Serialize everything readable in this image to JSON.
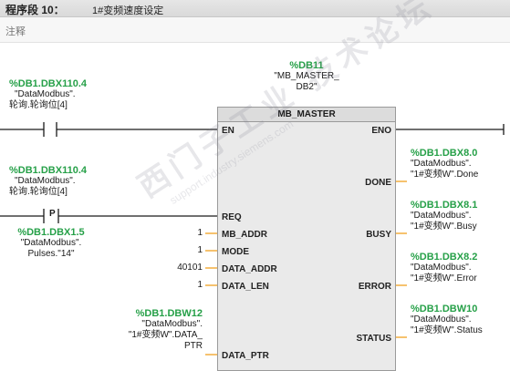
{
  "segment": {
    "label": "程序段 10：",
    "title": "1#变频速度设定"
  },
  "comment": {
    "text": "注释"
  },
  "block": {
    "instance_addr": "%DB11",
    "instance_name": [
      "\"MB_MASTER_",
      "DB2\""
    ],
    "name": "MB_MASTER"
  },
  "pins_in": {
    "en": "EN",
    "req": "REQ",
    "mb_addr": "MB_ADDR",
    "mode": "MODE",
    "data_addr": "DATA_ADDR",
    "data_len": "DATA_LEN",
    "data_ptr": "DATA_PTR"
  },
  "pins_out": {
    "eno": "ENO",
    "done": "DONE",
    "busy": "BUSY",
    "error": "ERROR",
    "status": "STATUS"
  },
  "contacts": {
    "c1": {
      "addr": "%DB1.DBX110.4",
      "line1": "\"DataModbus\".",
      "line2": "轮询.轮询位[4]"
    },
    "c2": {
      "addr": "%DB1.DBX110.4",
      "line1": "\"DataModbus\".",
      "line2": "轮询.轮询位[4]",
      "type_glyph": "P"
    },
    "c2_edge": {
      "addr": "%DB1.DBX1.5",
      "line1": "\"DataModbus\".",
      "line2": "Pulses.\"14\""
    }
  },
  "inputs": {
    "mb_addr_val": "1",
    "mode_val": "1",
    "data_addr_val": "40101",
    "data_len_val": "1",
    "data_ptr": {
      "addr": "%DB1.DBW12",
      "line1": "\"DataModbus\".",
      "line2": "\"1#变频W\".DATA_",
      "line3": "PTR"
    }
  },
  "outputs": {
    "done": {
      "addr": "%DB1.DBX8.0",
      "line1": "\"DataModbus\".",
      "line2": "\"1#变频W\".Done"
    },
    "busy": {
      "addr": "%DB1.DBX8.1",
      "line1": "\"DataModbus\".",
      "line2": "\"1#变频W\".Busy"
    },
    "error": {
      "addr": "%DB1.DBX8.2",
      "line1": "\"DataModbus\".",
      "line2": "\"1#变频W\".Error"
    },
    "status": {
      "addr": "%DB1.DBW10",
      "line1": "\"DataModbus\".",
      "line2": "\"1#变频W\".Status"
    }
  },
  "watermark": {
    "main": "西门子工业 技术论坛",
    "sub": "support.industry.siemens.com"
  },
  "colors": {
    "address": "#26a048",
    "pin_wire": "#f0a020",
    "block_fill": "#eaeaea"
  }
}
